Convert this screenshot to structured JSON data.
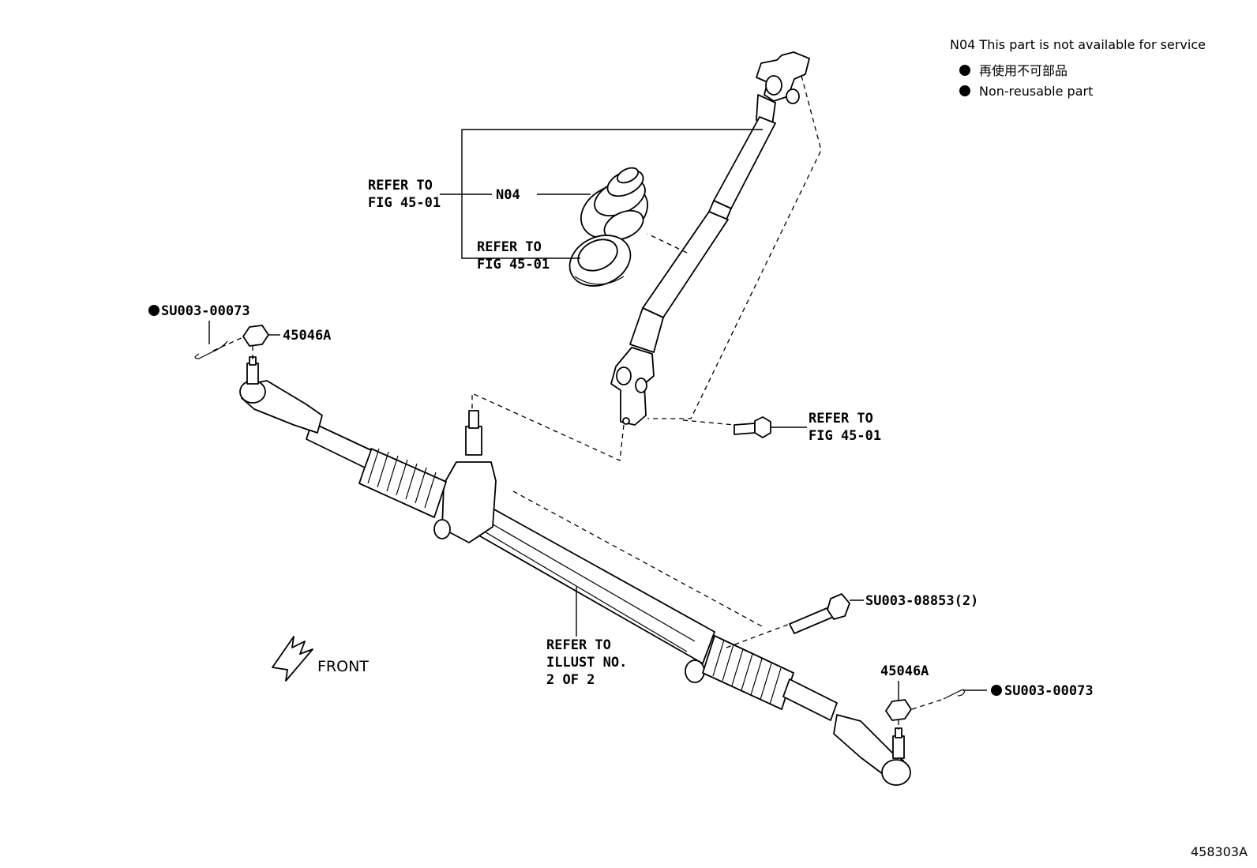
{
  "legend": {
    "n04_note": "N04 This part is not available for service",
    "non_reusable_jp": "再使用不可部品",
    "non_reusable_en": "Non-reusable part"
  },
  "callouts": {
    "refer_to": "REFER TO",
    "fig_45_01": "FIG 45-01",
    "n04": "N04",
    "refer_to_2": "REFER TO",
    "fig_45_01_2": "FIG 45-01",
    "refer_to_3": "REFER TO",
    "fig_45_01_3": "FIG 45-01",
    "su003_00073_left": "SU003-00073",
    "part_45046a_left": "45046A",
    "su003_08853": "SU003-08853(2)",
    "refer_to_illust_1": "REFER TO",
    "refer_to_illust_2": "ILLUST NO.",
    "refer_to_illust_3": "2 OF 2",
    "part_45046a_right": "45046A",
    "su003_00073_right": "SU003-00073",
    "front": "FRONT"
  },
  "figure_id": "458303A"
}
